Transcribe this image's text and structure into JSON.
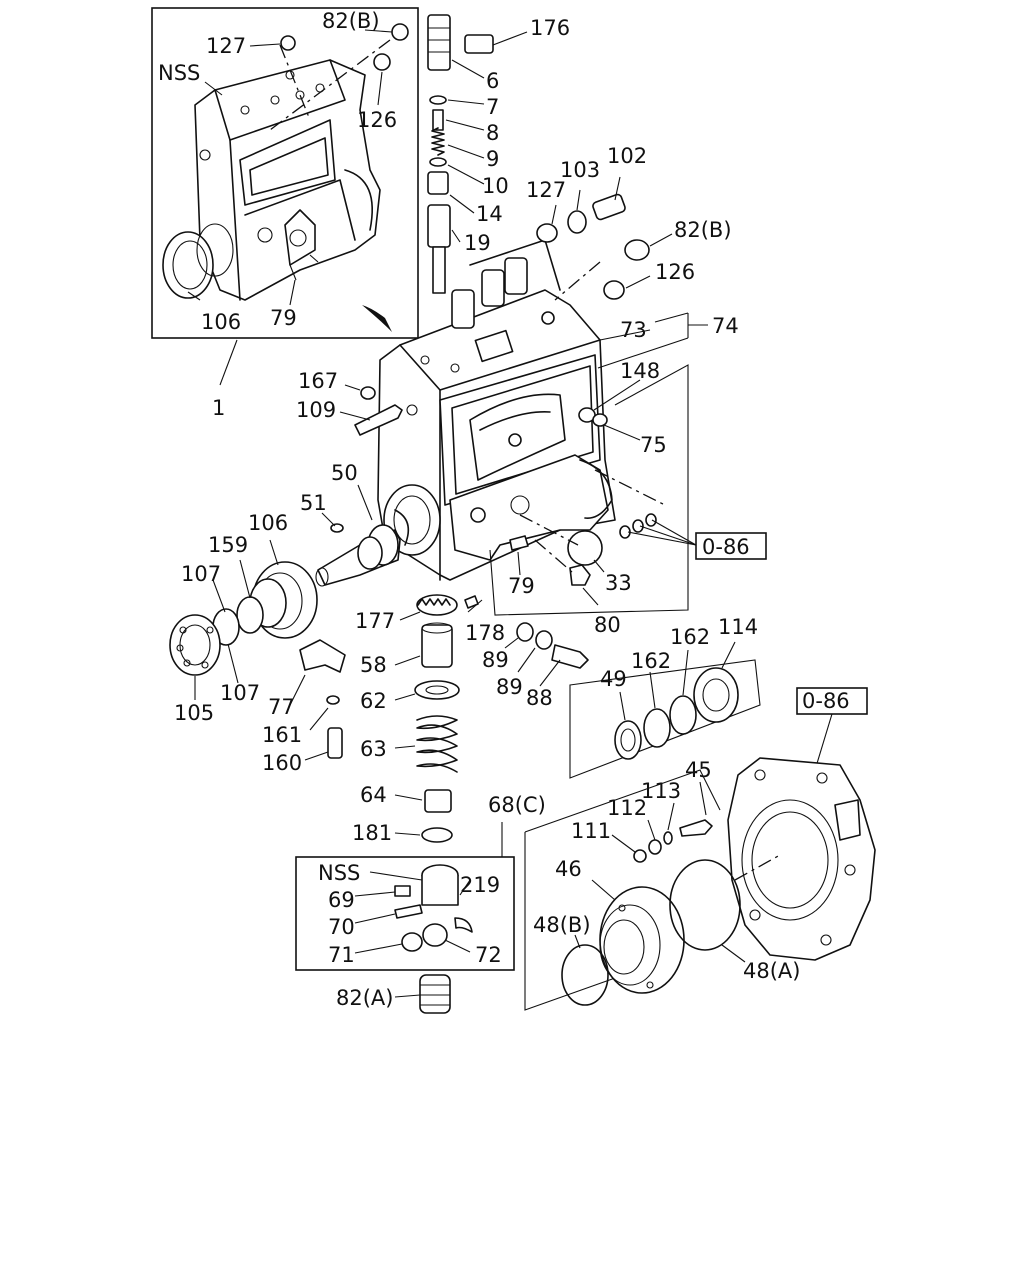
{
  "labels": {
    "l176": "176",
    "l6": "6",
    "l7": "7",
    "l8": "8",
    "l9": "9",
    "l10": "10",
    "l14": "14",
    "l19": "19",
    "l82b_top": "82(B)",
    "l127_top": "127",
    "lnss_top": "NSS",
    "l126_top": "126",
    "l106_top": "106",
    "l79_top": "79",
    "l1": "1",
    "l127": "127",
    "l103": "103",
    "l102": "102",
    "l82b": "82(B)",
    "l126": "126",
    "l73": "73",
    "l74": "74",
    "l167": "167",
    "l109": "109",
    "l148": "148",
    "l75": "75",
    "l50": "50",
    "l51": "51",
    "l106": "106",
    "l159": "159",
    "l107a": "107",
    "l107b": "107",
    "l105": "105",
    "l0_86a": "0-86",
    "l79": "79",
    "l33": "33",
    "l80": "80",
    "l177": "177",
    "l178": "178",
    "l58": "58",
    "l77": "77",
    "l62": "62",
    "l161": "161",
    "l160": "160",
    "l63": "63",
    "l89a": "89",
    "l89b": "89",
    "l88": "88",
    "l49": "49",
    "l162a": "162",
    "l162b": "162",
    "l114": "114",
    "l0_86b": "0-86",
    "l64": "64",
    "l181": "181",
    "l68c": "68(C)",
    "l45": "45",
    "l113": "113",
    "l112": "112",
    "l111": "111",
    "lnss": "NSS",
    "l219": "219",
    "l69": "69",
    "l70": "70",
    "l71": "71",
    "l72": "72",
    "l46": "46",
    "l48b": "48(B)",
    "l48a": "48(A)",
    "l82a": "82(A)"
  }
}
